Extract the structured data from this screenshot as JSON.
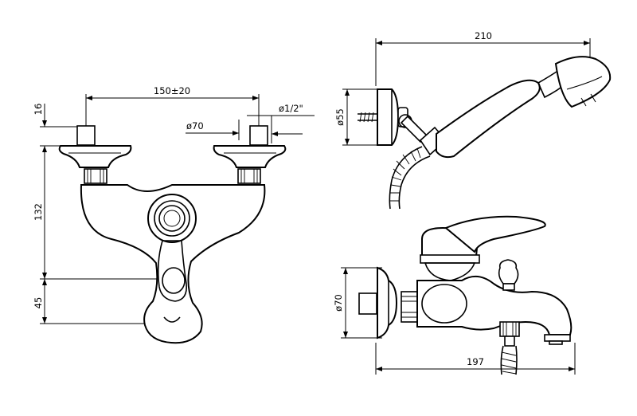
{
  "front_view": {
    "dim_width": "150±20",
    "dim_top_offset": "16",
    "dim_height": "132",
    "dim_lower": "45",
    "dim_flange": "ø70",
    "dim_thread": "ø1/2\""
  },
  "shower_view": {
    "dim_length": "210",
    "dim_bracket": "ø55"
  },
  "side_view": {
    "dim_flange": "ø70",
    "dim_depth": "197"
  }
}
